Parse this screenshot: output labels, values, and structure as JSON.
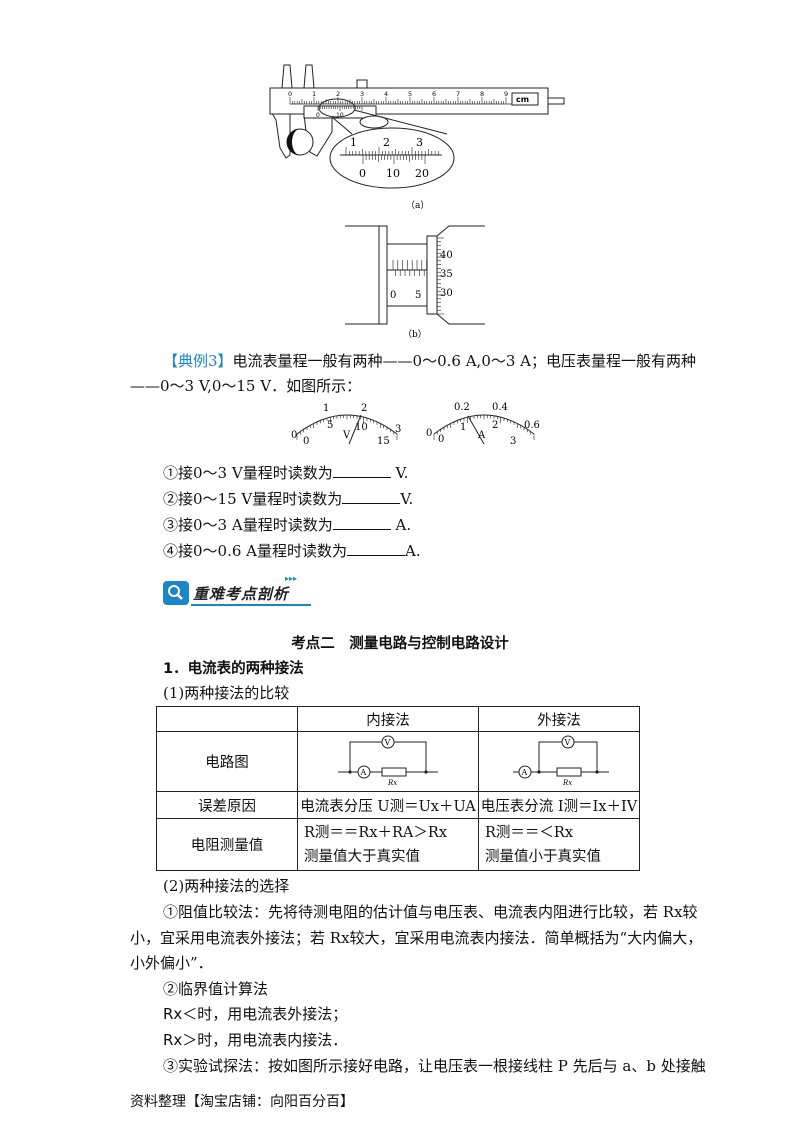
{
  "figure_a": {
    "caption": "（a）",
    "main_scale_labels": [
      "0",
      "1",
      "2",
      "3",
      "4",
      "5",
      "6",
      "7",
      "8",
      "9"
    ],
    "main_unit": "cm",
    "vernier_labels": [
      "0",
      "10"
    ],
    "zoom_main_labels": [
      "1",
      "2",
      "3"
    ],
    "zoom_vernier_labels": [
      "0",
      "10",
      "20"
    ]
  },
  "figure_b": {
    "caption": "（b）",
    "sleeve_labels": [
      "0",
      "5"
    ],
    "thimble_labels": [
      "40",
      "35",
      "30"
    ]
  },
  "example3": {
    "tag": "【典例3】",
    "line1": "电流表量程一般有两种——0～0.6 A,0～3 A；电压表量程一般有两种",
    "line2": "——0～3 V,0～15 V．如图所示："
  },
  "voltmeter": {
    "letter": "V",
    "top_labels": [
      "1",
      "2",
      "3"
    ],
    "top_zero": "0",
    "bottom_labels": [
      "0",
      "5",
      "10",
      "15"
    ]
  },
  "ammeter": {
    "letter": "A",
    "top_labels": [
      "0.2",
      "0.4",
      "0.6"
    ],
    "top_zero": "0",
    "bottom_labels": [
      "0",
      "1",
      "2",
      "3"
    ]
  },
  "questions": [
    {
      "text": "①接0～3 V量程时读数为",
      "unit": "V."
    },
    {
      "text": "②接0～15 V量程时读数为",
      "unit": "V."
    },
    {
      "text": "③接0～3 A量程时读数为",
      "unit": "A."
    },
    {
      "text": "④接0～0.6 A量程时读数为",
      "unit": "A."
    }
  ],
  "banner": {
    "title": "重难考点剖析"
  },
  "section": {
    "title": "考点二　测量电路与控制电路设计",
    "h1": "1．电流表的两种接法",
    "h1_sub": "(1)两种接法的比较"
  },
  "table": {
    "headers": [
      "",
      "内接法",
      "外接法"
    ],
    "row_circuit_label": "电路图",
    "circuit_meter_v": "V",
    "circuit_meter_a": "A",
    "circuit_resistor": "Rx",
    "row_error_label": "误差原因",
    "error_inner": "电流表分压 U测＝Ux＋UA",
    "error_outer": "电压表分流 I测＝Ix＋IV",
    "row_r_label": "电阻测量值",
    "r_inner_1": "R测＝＝Rx＋RA＞Rx",
    "r_inner_2": "测量值大于真实值",
    "r_outer_1": "R测＝＝＜Rx",
    "r_outer_2": "测量值小于真实值"
  },
  "selection": {
    "h": "(2)两种接法的选择",
    "p1_l1": "①阻值比较法：先将待测电阻的估计值与电压表、电流表内阻进行比较，若 Rx较",
    "p1_l2": "小，宜采用电流表外接法；若 Rx较大，宜采用电流表内接法．简单概括为“大内偏大，",
    "p1_l3": "小外偏小”．",
    "p2": "②临界值计算法",
    "p2_a": "Rx＜时，用电流表外接法；",
    "p2_b": "Rx＞时，用电流表内接法．",
    "p3": "③实验试探法：按如图所示接好电路，让电压表一根接线柱 P 先后与 a、b 处接触"
  },
  "footer": "资料整理【淘宝店铺：向阳百分百】"
}
